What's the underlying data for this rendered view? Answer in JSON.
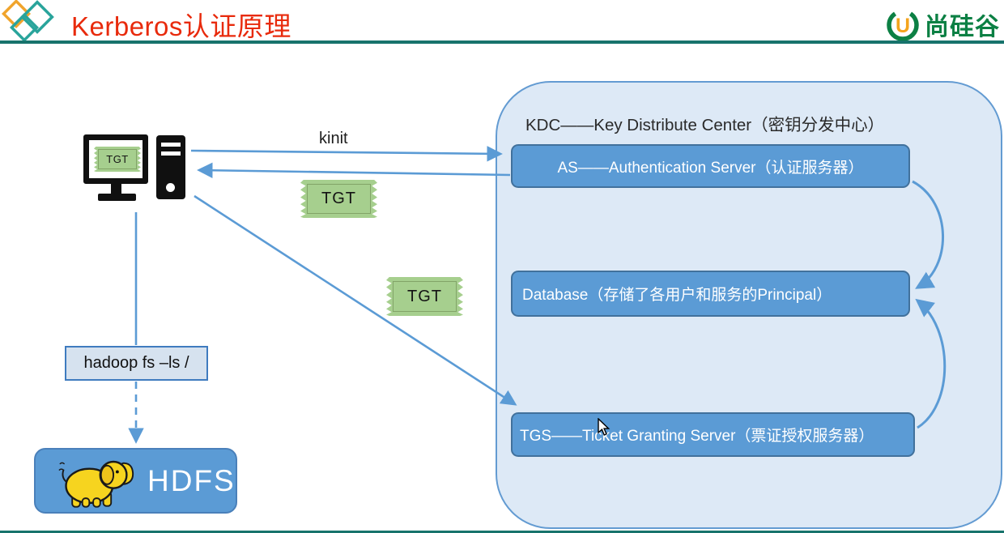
{
  "header": {
    "title": "Kerberos认证原理",
    "brand_text": "尚硅谷",
    "brand_u": "U"
  },
  "diagram": {
    "kinit_label": "kinit",
    "tgt_label": "TGT",
    "command_label": "hadoop fs –ls /",
    "hdfs_label": "HDFS",
    "kdc": {
      "title": "KDC——Key Distribute Center（密钥分发中心）",
      "as_label": "AS——Authentication Server（认证服务器）",
      "database_label": "Database（存储了各用户和服务的Principal）",
      "tgs_label": "TGS——Ticket Granting Server（票证授权服务器）"
    }
  },
  "colors": {
    "accent_teal": "#17736c",
    "title_red": "#e82a0c",
    "brand_green": "#0c8044",
    "brand_orange": "#f4a41d",
    "box_blue": "#5b9bd5",
    "box_border_blue": "#41719c",
    "kdc_fill": "#dde9f6",
    "kdc_border": "#639bd2",
    "ticket_green": "#a6cf8e",
    "arrow_blue": "#5b9bd5",
    "command_box_fill": "#d6e2ef"
  }
}
